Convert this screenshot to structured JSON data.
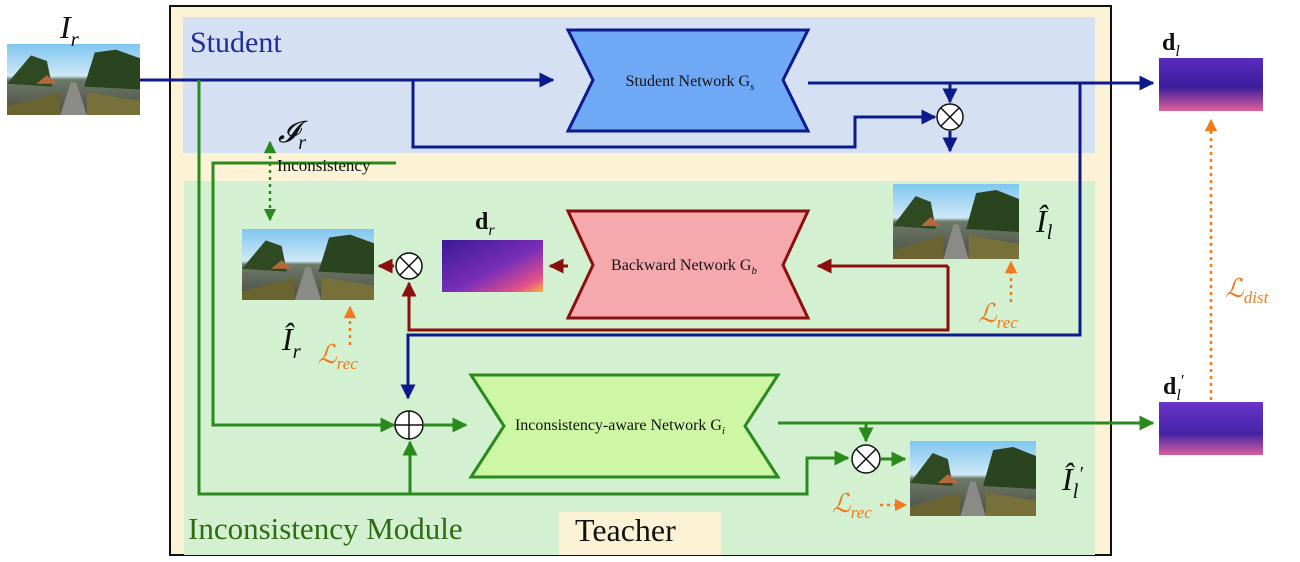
{
  "colors": {
    "student_blue": "#0d1a8c",
    "student_bg": "#d6e0f3",
    "frame_bg": "#fcf3d6",
    "module_bg": "#d3f1d0",
    "module_text": "#2e6b12",
    "green_line": "#2a8a1e",
    "backward_red": "#8b0f0f",
    "student_net_fill": "#6fa8f5",
    "backward_net_fill": "#f6a9ad",
    "incons_net_fill": "#cdf6a5",
    "loss_orange": "#f07a1c"
  },
  "regions": {
    "student_label": "Student",
    "module_label": "Inconsistency Module",
    "teacher_label": "Teacher"
  },
  "networks": {
    "student": "Student Network G",
    "student_sub": "s",
    "backward": "Backward Network G",
    "backward_sub": "b",
    "inconsistency": "Inconsistency-aware Network G",
    "inconsistency_sub": "i"
  },
  "symbols": {
    "input_base": "I",
    "input_sub": "r",
    "inconsistency_base": "𝓘",
    "inconsistency_sub": "r",
    "inconsistency_text": "Inconsistency",
    "dl_base": "d",
    "dl_sub": "l",
    "dl_prime_base": "d",
    "dl_prime_sub": "l",
    "dl_prime_mark": "′",
    "dr_base": "d",
    "dr_sub": "r",
    "ihat_l_base": "Î",
    "ihat_l_sub": "l",
    "ihat_r_base": "Î",
    "ihat_r_sub": "r",
    "ihat_l_prime_base": "Î",
    "ihat_l_prime_sub": "l",
    "ihat_l_prime_mark": "′",
    "loss_rec_base": "ℒ",
    "loss_rec_sub": "rec",
    "loss_dist_base": "ℒ",
    "loss_dist_sub": "dist"
  },
  "operators": {
    "multiply_icon": "⊗",
    "add_icon": "⊕"
  }
}
